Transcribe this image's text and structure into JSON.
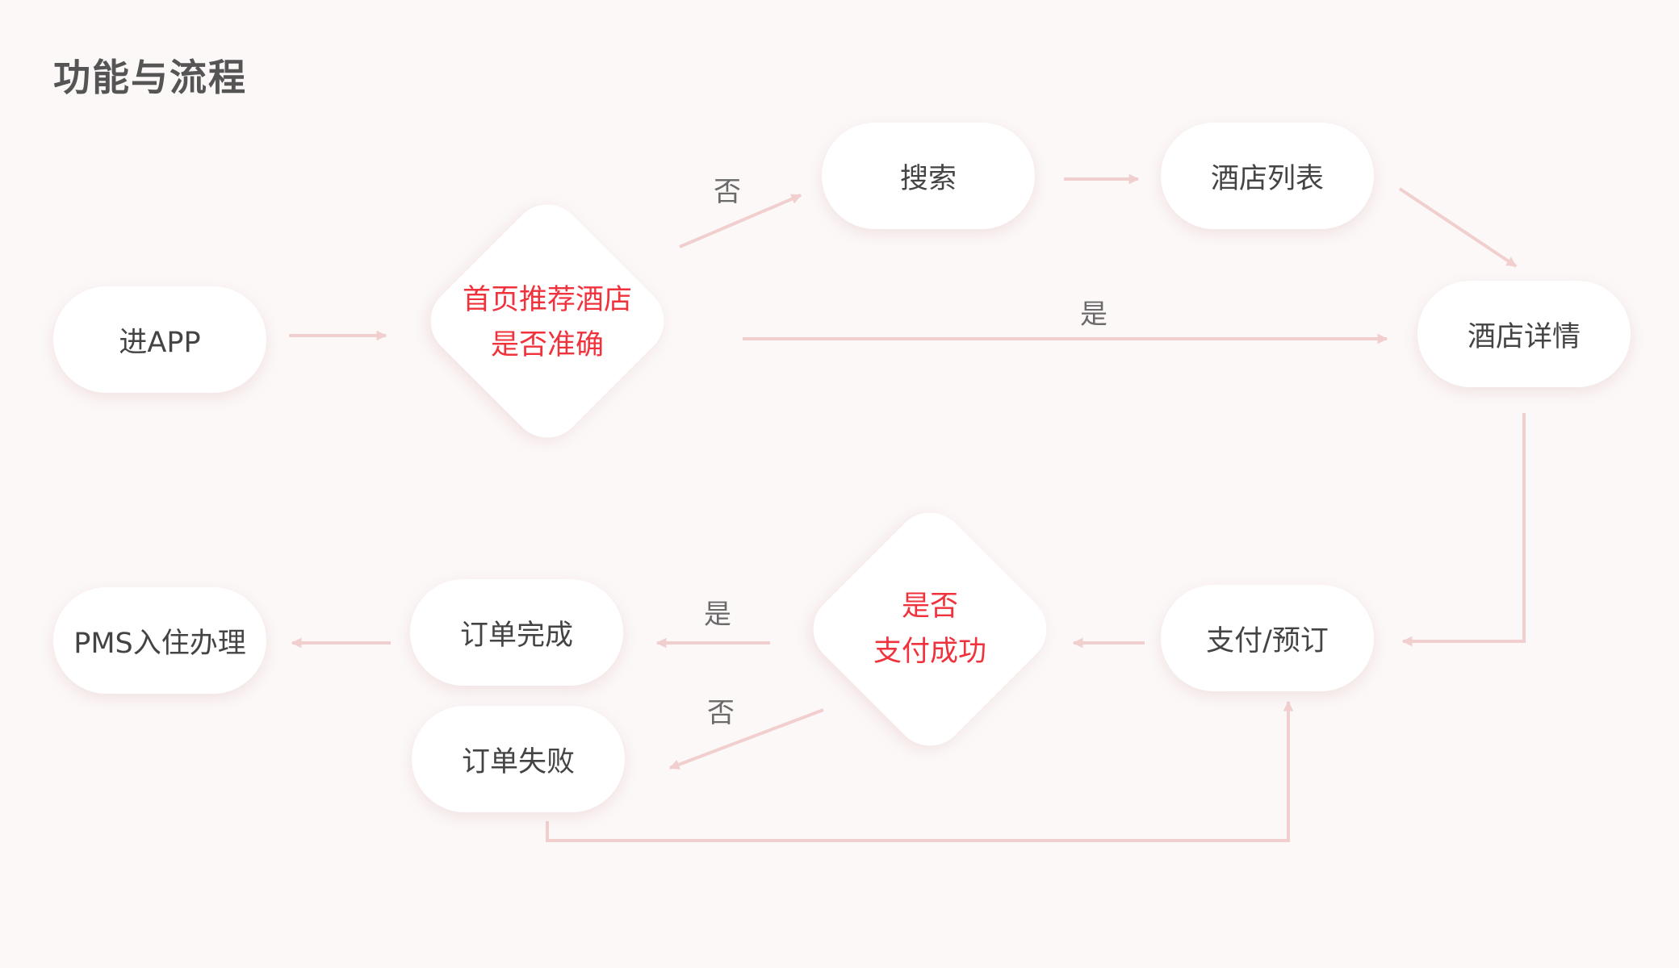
{
  "title": "功能与流程",
  "nodes": {
    "enter_app": "进APP",
    "search": "搜索",
    "hotel_list": "酒店列表",
    "hotel_detail": "酒店详情",
    "pay_book": "支付/预订",
    "order_complete": "订单完成",
    "order_failed": "订单失败",
    "pms_checkin": "PMS入住办理"
  },
  "decisions": {
    "recommend_accurate": [
      "首页推荐酒店",
      "是否准确"
    ],
    "payment_success": [
      "是否",
      "支付成功"
    ]
  },
  "edge_labels": {
    "no": "否",
    "yes": "是"
  },
  "colors": {
    "background": "#fcf8f8",
    "node_fill": "#ffffff",
    "arrow": "#f2cfcf",
    "decision_text": "#f0323c",
    "node_text": "#444444",
    "title_text": "#555555",
    "label_text": "#6a6a6a"
  }
}
